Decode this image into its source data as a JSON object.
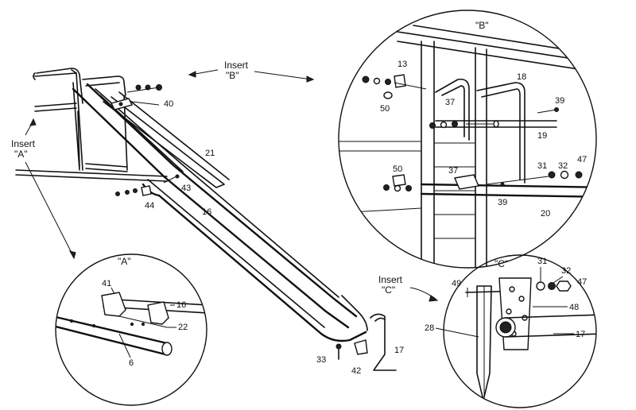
{
  "inserts": {
    "a": {
      "callout_line1": "Insert",
      "callout_line2": "\"A\"",
      "title": "\"A\""
    },
    "b": {
      "callout_line1": "Insert",
      "callout_line2": "\"B\"",
      "title": "\"B\""
    },
    "c": {
      "callout_line1": "Insert",
      "callout_line2": "\"C\"",
      "title": "\"C\""
    }
  },
  "part_numbers": {
    "main": [
      "40",
      "21",
      "43",
      "44",
      "16",
      "33",
      "42",
      "17"
    ],
    "insert_a": [
      "41",
      "16",
      "22",
      "6"
    ],
    "insert_b": [
      "13",
      "50",
      "37",
      "18",
      "39",
      "19",
      "31",
      "32",
      "47",
      "50",
      "37",
      "39",
      "20"
    ],
    "insert_c": [
      "31",
      "32",
      "49",
      "47",
      "48",
      "28",
      "17"
    ]
  }
}
